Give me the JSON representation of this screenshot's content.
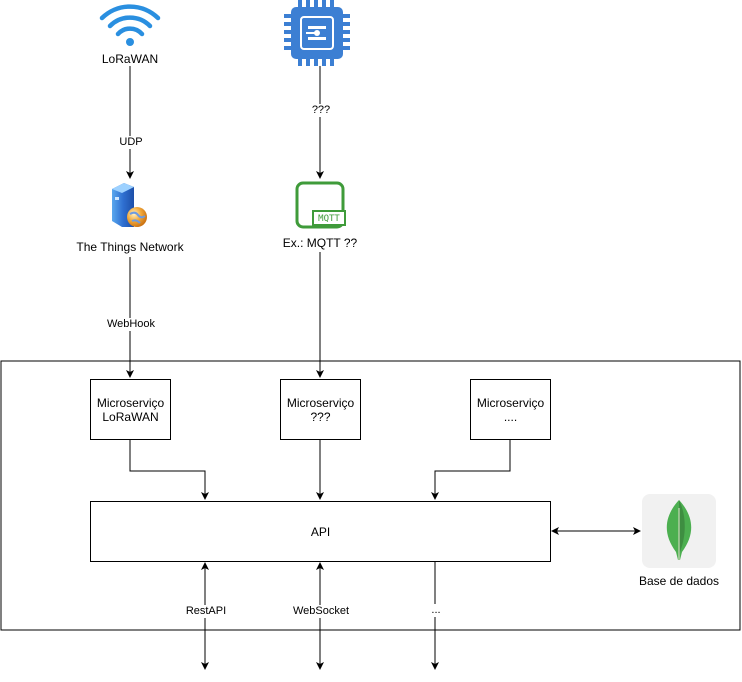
{
  "nodes": {
    "lorawan": {
      "label": "LoRaWAN",
      "icon": "wifi-icon",
      "color": "#2a8fe0"
    },
    "device": {
      "icon": "chip-icon",
      "color": "#3c7fd3"
    },
    "ttn": {
      "label": "The Things Network",
      "icon": "server-globe-icon"
    },
    "mqtt": {
      "label": "Ex.: MQTT ??",
      "icon": "mqtt-icon",
      "icon_text": "MQTT",
      "color": "#3f9b3a"
    },
    "ms_lorawan": {
      "line1": "Microserviço",
      "line2": "LoRaWAN"
    },
    "ms_unknown": {
      "line1": "Microserviço",
      "line2": "???"
    },
    "ms_other": {
      "line1": "Microserviço",
      "line2": "...."
    },
    "api": {
      "label": "API"
    },
    "db": {
      "label": "Base de dados",
      "icon": "mongodb-leaf-icon",
      "color": "#4caf50"
    }
  },
  "edges": {
    "udp": "UDP",
    "unknown_protocol": "???",
    "webhook": "WebHook",
    "restapi": "RestAPI",
    "websocket": "WebSocket",
    "other": "..."
  }
}
